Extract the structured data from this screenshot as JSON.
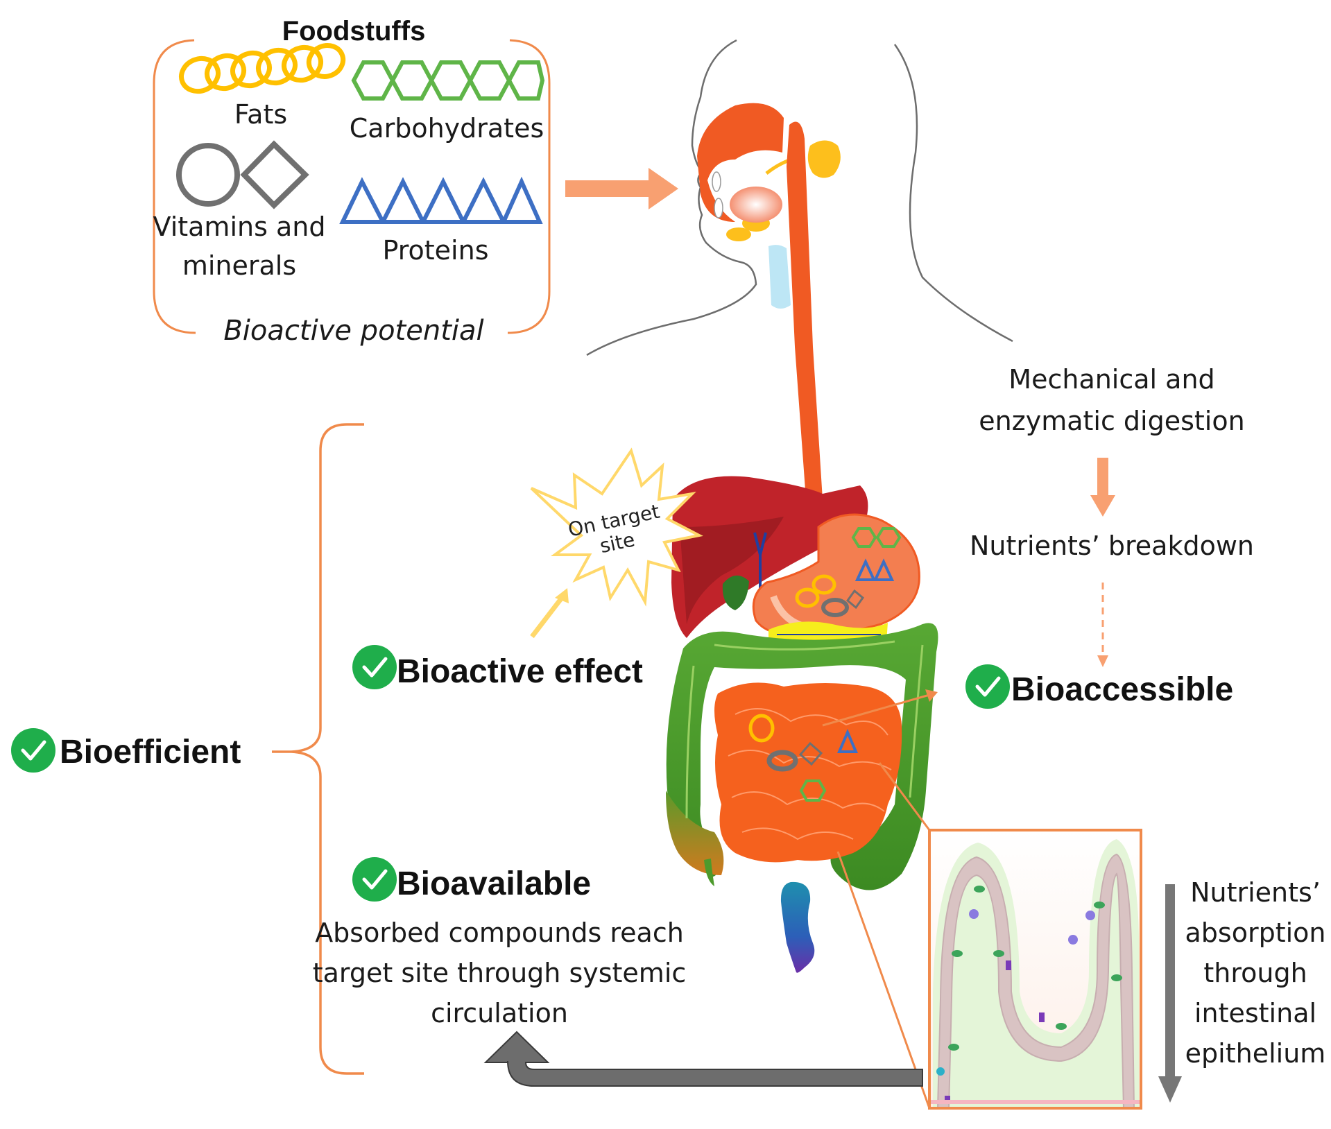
{
  "colors": {
    "orange_outline": "#f08a4b",
    "fat_yellow": "#ffc000",
    "carb_green": "#5fb548",
    "protein_blue": "#3d6fc4",
    "vitamin_gray": "#707070",
    "check_green": "#1fae4b",
    "esophagus_orange": "#f0541e",
    "liver_red": "#c0232a",
    "colon_green": "#4d9a2c",
    "arrow_gray": "#6d6d6d"
  },
  "foodstuffs": {
    "title": "Foodstuffs",
    "fats_label": "Fats",
    "carbohydrates_label": "Carbohydrates",
    "vitamins_label_line1": "Vitamins and",
    "vitamins_label_line2": "minerals",
    "proteins_label": "Proteins",
    "potential_label": "Bioactive potential"
  },
  "digestion": {
    "mechanical_line1": "Mechanical and",
    "mechanical_line2": "enzymatic digestion",
    "breakdown_label": "Nutrients’ breakdown"
  },
  "outcomes": {
    "target_site_line1": "On target",
    "target_site_line2": "site",
    "bioactive_effect": "Bioactive effect",
    "bioaccessible": "Bioaccessible",
    "bioefficient": "Bioefficient",
    "bioavailable": "Bioavailable",
    "bioavailable_desc_line1": "Absorbed compounds reach",
    "bioavailable_desc_line2": "target site through systemic",
    "bioavailable_desc_line3": "circulation"
  },
  "absorption": {
    "line1": "Nutrients’",
    "line2": "absorption",
    "line3": "through",
    "line4": "intestinal",
    "line5": "epithelium"
  },
  "icons": [
    "check-badge-icon",
    "starburst-icon",
    "arrow-right-icon",
    "arrow-down-icon",
    "u-turn-arrow-icon"
  ]
}
